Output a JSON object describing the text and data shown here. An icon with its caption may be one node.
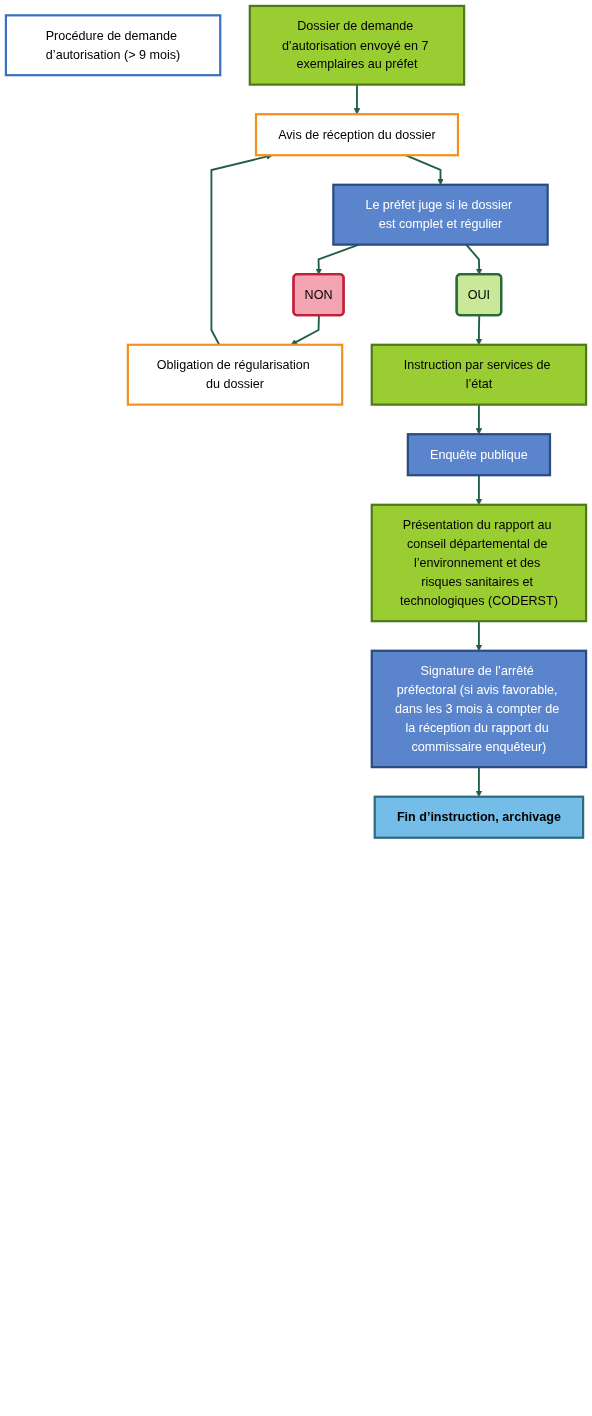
{
  "diagram": {
    "nodes": [
      {
        "text": [
          "Procédure de demande d’autorisation (> 9 mois)"
        ]
      },
      {
        "text": [
          "Dossier de demande d’autorisation envoyé en 7 exemplaires au préfet"
        ]
      },
      {
        "text": [
          "Obligation de régularisation du dossier"
        ]
      },
      {
        "text": [
          "Avis de réception du dossier"
        ]
      },
      {
        "text": [
          "Le préfet juge si le dossier est complet et régulier"
        ]
      },
      {
        "text": [
          "NON"
        ]
      },
      {
        "text": [
          "OUI"
        ]
      },
      {
        "text": [
          "Instruction par services de l’état"
        ]
      },
      {
        "text": [
          "Enquête publique"
        ]
      },
      {
        "text": [
          "Présentation du rapport au conseil départemental de l’environnement et des risques sanitaires et technologiques (CODERST)"
        ]
      },
      {
        "text": [
          "Signature de l’arrêté préfectoral (si avis favorable, dans les 3 mois à compter de la réception du rapport du commissaire enquêteur)"
        ]
      },
      {
        "text": [
          "Fin d’instruction, archivage"
        ]
      }
    ],
    "edges": [
      {
        "from": 1,
        "to": 3,
        "arrow": "to"
      },
      {
        "from": 2,
        "to": 3,
        "arrow": "to"
      },
      {
        "from": 3,
        "to": 4,
        "arrow": "to"
      },
      {
        "from": 4,
        "to": 5,
        "arrow": "to"
      },
      {
        "from": 5,
        "to": 2,
        "arrow": "to"
      },
      {
        "from": 4,
        "to": 6,
        "arrow": "to"
      },
      {
        "from": 6,
        "to": 7,
        "arrow": "to"
      },
      {
        "from": 7,
        "to": 8,
        "arrow": "to"
      },
      {
        "from": 8,
        "to": 9,
        "arrow": "to"
      },
      {
        "from": 9,
        "to": 10,
        "arrow": "to"
      },
      {
        "from": 10,
        "to": 11,
        "arrow": "to"
      }
    ]
  }
}
